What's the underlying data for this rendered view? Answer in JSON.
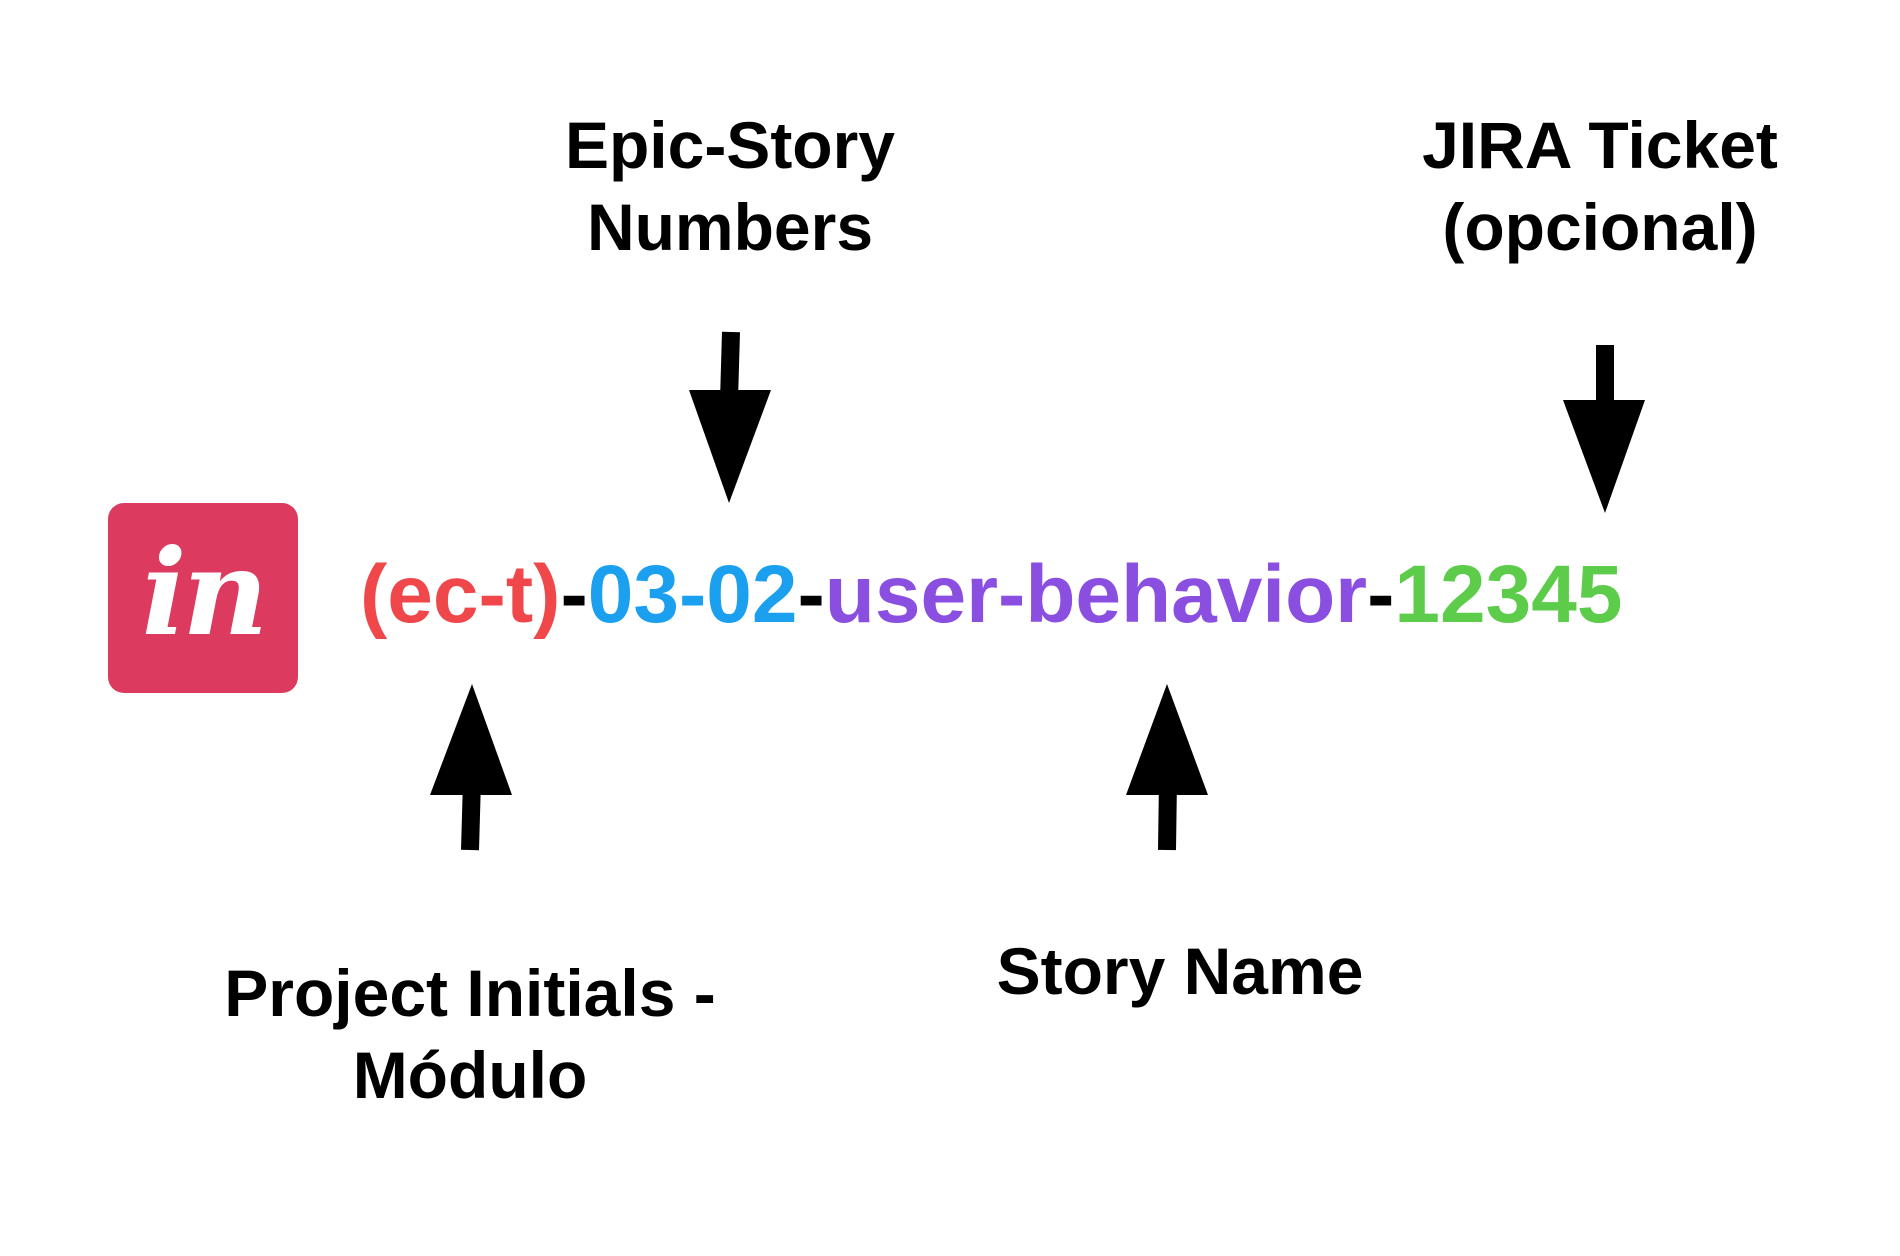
{
  "labels": {
    "epic_story": [
      "Epic-Story",
      "Numbers"
    ],
    "jira_ticket": [
      "JIRA Ticket",
      "(opcional)"
    ],
    "project_initials": [
      "Project Initials -",
      "Módulo"
    ],
    "story_name": "Story Name"
  },
  "logo": {
    "text": "in",
    "background": "#dd3a5f",
    "icon": "invision-logo-icon"
  },
  "code": {
    "project": {
      "text": "(ec-t)",
      "color": "#f0484a"
    },
    "sep1": {
      "text": "-",
      "color": "#000000"
    },
    "epic_story": {
      "text": "03-02",
      "color": "#1aa0ee"
    },
    "sep2": {
      "text": "-",
      "color": "#000000"
    },
    "story_name": {
      "text": "user-behavior",
      "color": "#8a4fe0"
    },
    "sep3": {
      "text": "-",
      "color": "#000000"
    },
    "ticket": {
      "text": "12345",
      "color": "#5ccc4a"
    }
  },
  "arrow_color": "#000000"
}
